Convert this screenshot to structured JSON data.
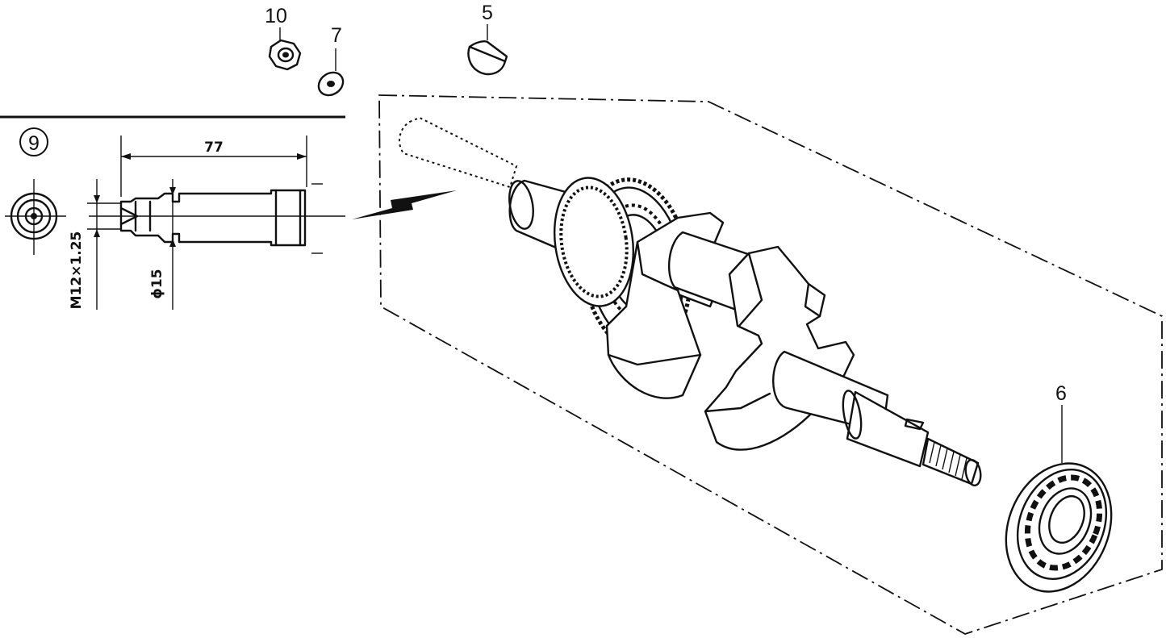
{
  "parts": {
    "part_10": "10",
    "part_7": "7",
    "part_5": "5",
    "part_9": "9",
    "part_6": "6"
  },
  "dimensions": {
    "length": "77",
    "thread": "M12×1.25",
    "diameter": "ϕ15"
  },
  "colors": {
    "line": "#111111",
    "background": "#ffffff"
  }
}
